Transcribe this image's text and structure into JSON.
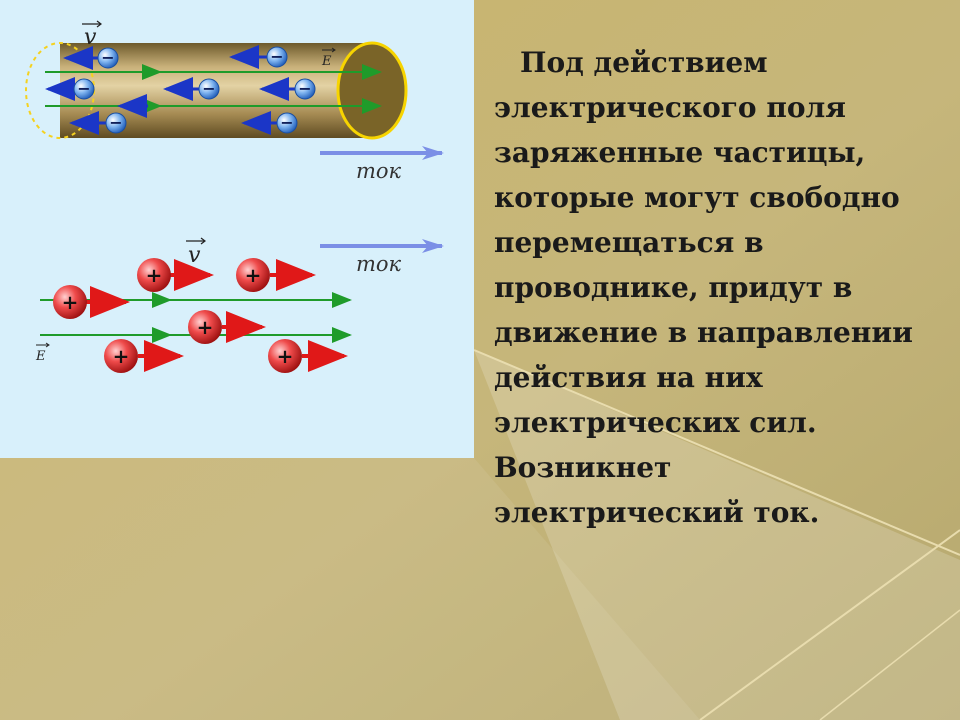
{
  "colors": {
    "background": "#c8b776",
    "diagram_background": "#d8f0fb",
    "conductor": "#a08a50",
    "electron": "#2a6fd6",
    "proton": "#d92b2b",
    "field_line": "#1f9b2a",
    "velocity_electron": "#1b36c7",
    "velocity_proton": "#e01818",
    "current_arrow": "#7b8fe6"
  },
  "diagram": {
    "top": {
      "velocity_label": "v",
      "field_label": "E",
      "current_label": "ток",
      "electron_sign": "−"
    },
    "bottom": {
      "velocity_label": "v",
      "field_label": "E",
      "current_label": "ток",
      "proton_sign": "+"
    }
  },
  "text": {
    "lines": [
      "Под действием",
      "электрического поля",
      "заряженные частицы,",
      "которые могут свободно",
      "перемещаться в",
      "проводнике, придут в",
      "движение в направлении",
      "действия на них",
      "электрических сил.",
      "Возникнет",
      "электрический ток."
    ]
  }
}
